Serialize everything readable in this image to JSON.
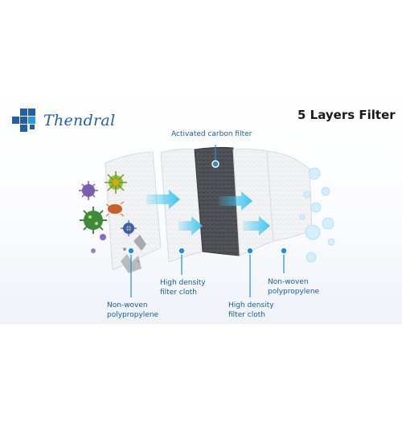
{
  "brand": {
    "name": "Thendral"
  },
  "title": "5 Layers Filter",
  "layers": [
    {
      "label_lines": [
        "Non-woven",
        "polypropylene"
      ]
    },
    {
      "label_lines": [
        "High density",
        "filter cloth"
      ]
    },
    {
      "label_lines": [
        "Activated carbon filter"
      ]
    },
    {
      "label_lines": [
        "High density",
        "filter cloth"
      ]
    },
    {
      "label_lines": [
        "Non-woven",
        "polypropylene"
      ]
    }
  ],
  "colors": {
    "accent": "#1f8fd8",
    "label": "#1b5aa8",
    "arrow": "#3ec6ee",
    "carbon": "#46484d",
    "layer": "#f1f2f4"
  },
  "icons": [
    "virus-icon",
    "bacteria-icon",
    "dust-particle-icon",
    "clean-air-bubble-icon"
  ]
}
